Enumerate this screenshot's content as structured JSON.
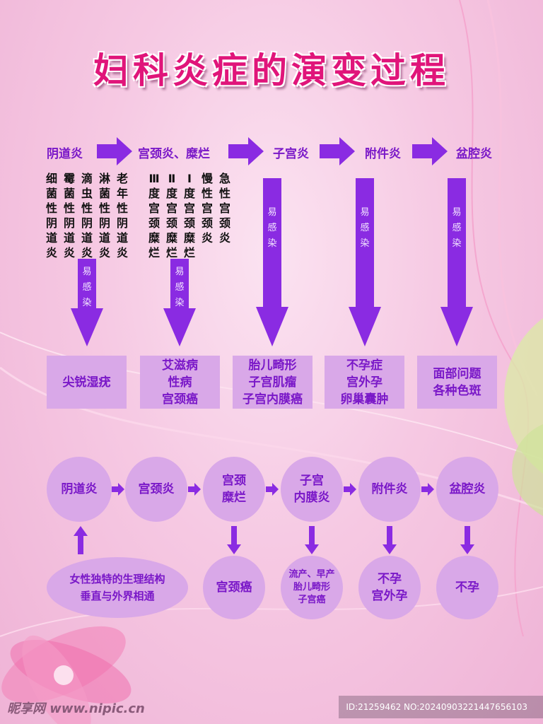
{
  "title": "妇科炎症的演变过程",
  "colors": {
    "accent": "#7a18c8",
    "title": "#e0157a",
    "box": "#d9a8e8"
  },
  "top_flow": {
    "stages": [
      "阴道炎",
      "宫颈炎、糜烂",
      "子宫炎",
      "附件炎",
      "盆腔炎"
    ],
    "vaginitis_types": [
      "细菌性阴道炎",
      "霉菌性阴道炎",
      "滴虫性阴道炎",
      "淋菌性阴道炎",
      "老年性阴道炎"
    ],
    "cervicitis_types": [
      "Ⅲ度宫颈糜烂",
      "Ⅱ度宫颈糜烂",
      "Ⅰ度宫颈糜烂",
      "慢性宫颈炎",
      "急性宫颈炎"
    ],
    "susceptible_label": [
      "易",
      "感",
      "染"
    ],
    "results": [
      [
        "尖锐湿疣"
      ],
      [
        "艾滋病",
        "性病",
        "宫颈癌"
      ],
      [
        "胎儿畸形",
        "子宫肌瘤",
        "子宫内膜癌"
      ],
      [
        "不孕症",
        "宫外孕",
        "卵巢囊肿"
      ],
      [
        "面部问题",
        "各种色斑"
      ]
    ]
  },
  "bottom_flow": {
    "stages": [
      [
        "阴道炎"
      ],
      [
        "宫颈炎"
      ],
      [
        "宫颈",
        "糜烂"
      ],
      [
        "子宫",
        "内膜炎"
      ],
      [
        "附件炎"
      ],
      [
        "盆腔炎"
      ]
    ],
    "cause": [
      "女性独特的生理结构",
      "垂直与外界相通"
    ],
    "outcomes": [
      [
        "宫颈癌"
      ],
      [
        "流产、早产",
        "胎儿畸形",
        "子宫癌"
      ],
      [
        "不孕",
        "宫外孕"
      ],
      [
        "不孕"
      ]
    ]
  },
  "footer": {
    "watermark": "昵享网 www.nipic.cn",
    "id": "ID:21259462 NO:20240903221447656103"
  }
}
